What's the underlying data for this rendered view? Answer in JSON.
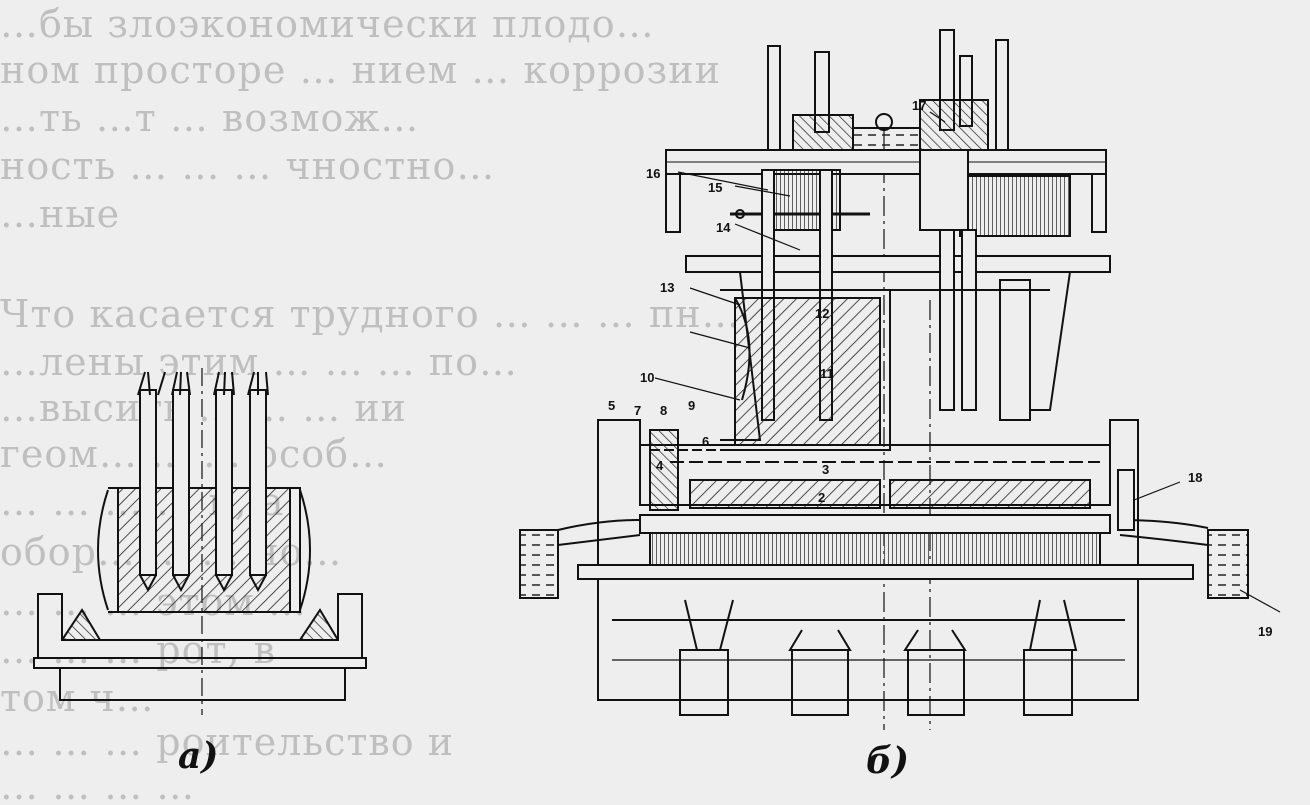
{
  "background_text": [
    "…бы злоэкономически плодо…",
    "ном просторе … нием … коррозии",
    "…ть …т … возмож…",
    "ность … … … чностно…",
    "…ные",
    "Что касается трудного … … … пн…",
    "…лены этим … … … по…",
    "…высить … … … ии",
    "геом… … … особ…",
    "… … … … й, а",
    "обор… … … но…",
    "… … … этом …",
    "… … … рот, в",
    "том ч…",
    "… … … роительство и",
    "… … … …"
  ],
  "diagram": {
    "captions": {
      "a": "а)",
      "b": "б)"
    },
    "callouts": [
      "2",
      "3",
      "4",
      "5",
      "6",
      "7",
      "8",
      "9",
      "10",
      "11",
      "12",
      "13",
      "14",
      "15",
      "16",
      "17",
      "18",
      "19"
    ]
  }
}
